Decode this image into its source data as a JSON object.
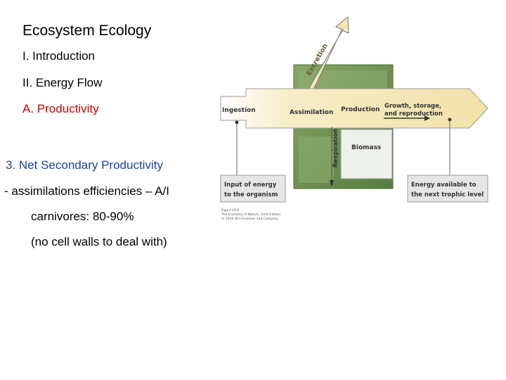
{
  "outline": {
    "title": "Ecosystem Ecology",
    "item1": "I. Introduction",
    "item2": "II. Energy Flow",
    "itemA": "A. Productivity",
    "item3": "3.  Net Secondary Productivity",
    "bullet": "- assimilations efficiencies – A/I",
    "carnivores": "carnivores: 80-90%",
    "note": "(no cell walls to deal with)"
  },
  "diagram": {
    "excretion": "Excretion",
    "ingestion": "Ingestion",
    "assimilation": "Assimilation",
    "production": "Production",
    "growth_line1": "Growth, storage,",
    "growth_line2": "and reproduction",
    "respiration": "Respiration",
    "biomass": "Biomass",
    "input_line1": "Input of energy",
    "input_line2": "to the organism",
    "energy_line1": "Energy available to",
    "energy_line2": "the next trophic level",
    "credit_line1": "Figure 20.6",
    "credit_line2": "The Economy of Nature, Sixth Edition",
    "credit_line3": "© 2010 W.H.Freeman and Company"
  },
  "colors": {
    "title_text": "#000000",
    "productivity_text": "#cc0000",
    "net_secondary_text": "#1f3fa0",
    "arrow_fill": "#f7edc8",
    "green_box": "#6e9152",
    "box_fill": "#e9e9e9"
  }
}
